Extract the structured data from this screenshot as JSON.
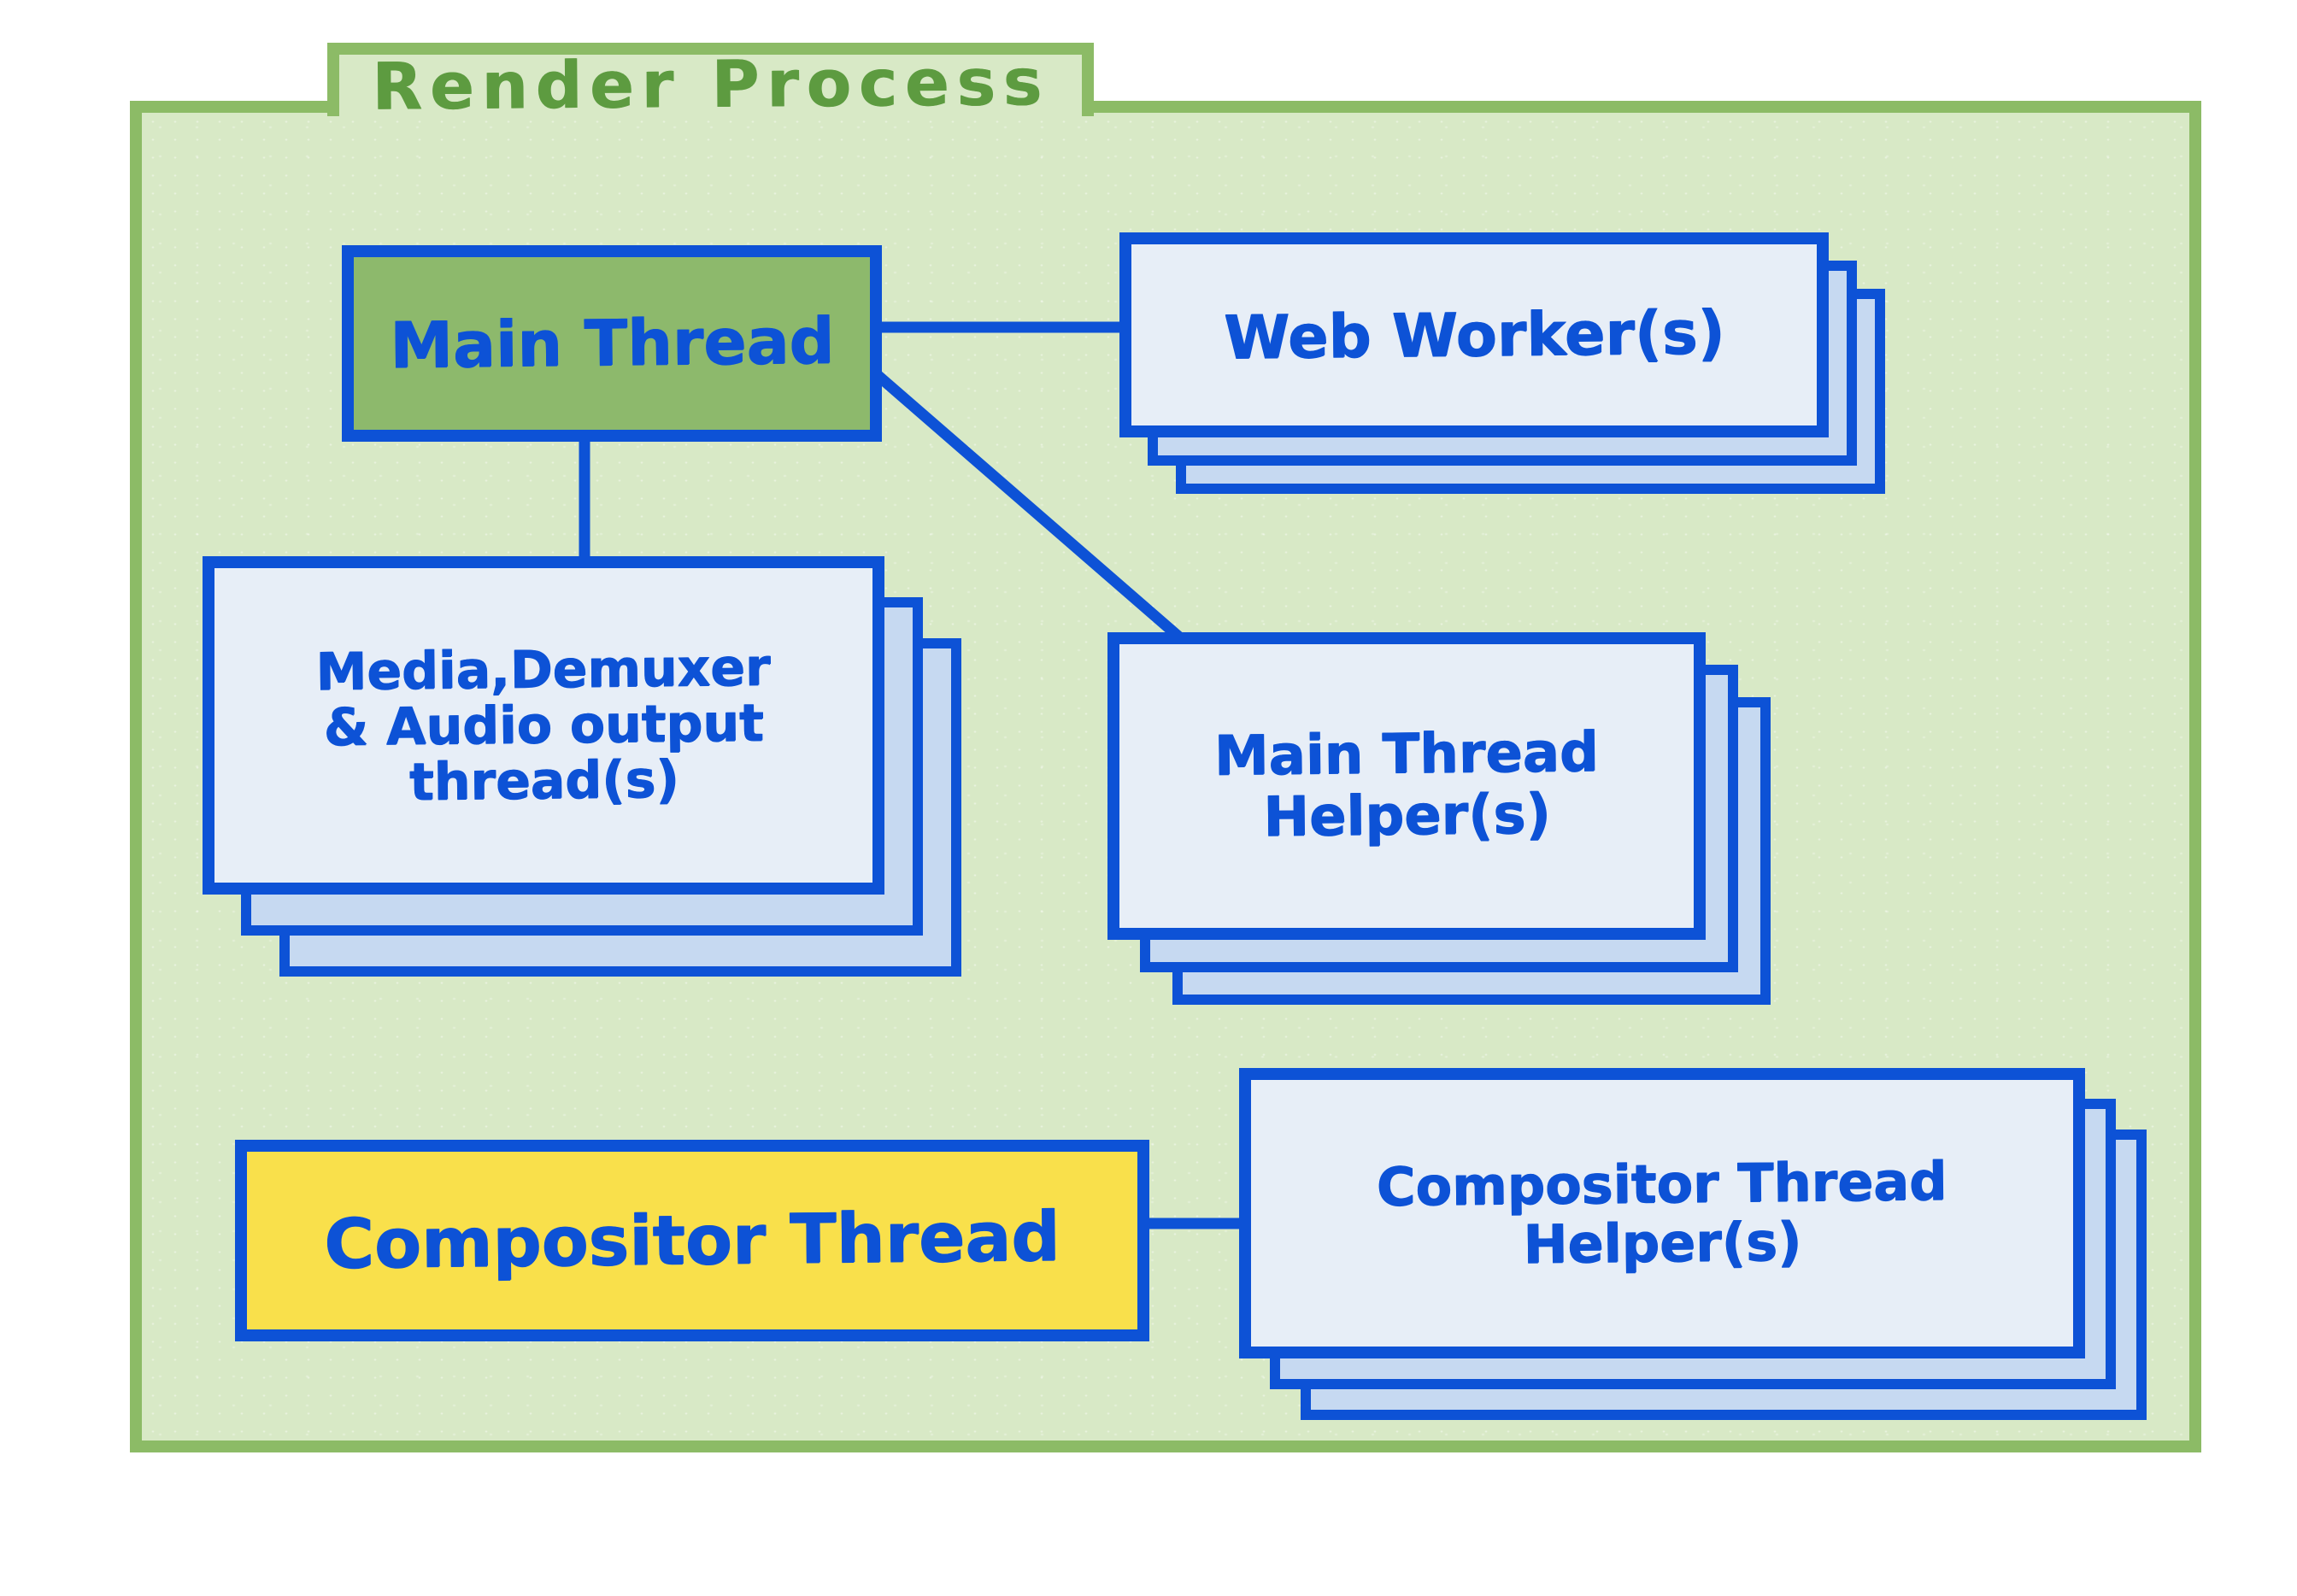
{
  "diagram": {
    "type": "diagram",
    "title": "Render Process",
    "colors": {
      "container_border": "#8cbb66",
      "container_fill": "#d8e9c6",
      "title_green": "#5d9b40",
      "line_blue": "#0d52d6",
      "card_front": "#e7eef7",
      "card_back": "#c6d9f1",
      "main_thread_fill": "#8db96c",
      "compositor_thread_fill": "#f9e04b"
    },
    "nodes": {
      "main_thread": {
        "label": "Main Thread",
        "style": "solid-green"
      },
      "web_workers": {
        "label": "Web Worker(s)",
        "style": "stacked-cards"
      },
      "media_threads": {
        "lines": [
          "Media,Demuxer",
          "& Audio output",
          "thread(s)"
        ],
        "style": "stacked-cards"
      },
      "main_thread_helpers": {
        "lines": [
          "Main Thread",
          "Helper(s)"
        ],
        "style": "stacked-cards"
      },
      "compositor_thread": {
        "label": "Compositor Thread",
        "style": "solid-yellow"
      },
      "compositor_thread_helpers": {
        "lines": [
          "Compositor Thread",
          "Helper(s)"
        ],
        "style": "stacked-cards"
      }
    },
    "edges": [
      {
        "from": "main_thread",
        "to": "web_workers"
      },
      {
        "from": "main_thread",
        "to": "media_threads"
      },
      {
        "from": "main_thread",
        "to": "main_thread_helpers"
      },
      {
        "from": "compositor_thread",
        "to": "compositor_thread_helpers"
      }
    ]
  }
}
